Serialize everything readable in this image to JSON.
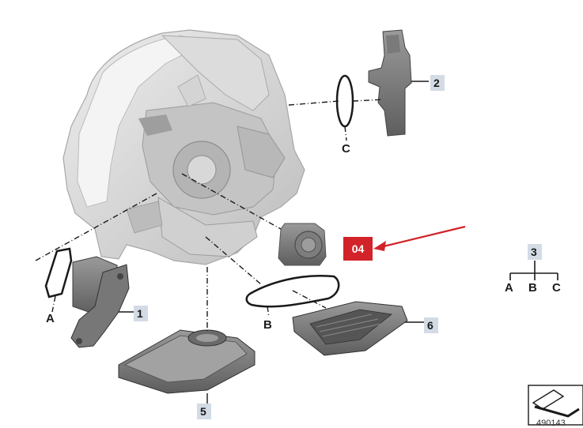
{
  "labels": {
    "part_1": "1",
    "part_2": "2",
    "part_3": "3",
    "part_5": "5",
    "part_6": "6",
    "seal_a": "A",
    "seal_b": "B",
    "seal_c": "C",
    "legend_a": "A",
    "legend_b": "B",
    "legend_c": "C"
  },
  "callout": {
    "label": "04",
    "color": "#d2232a"
  },
  "reference_number": "490143",
  "colors": {
    "part_gray": "#c9c9c9",
    "part_dark": "#8a8a8a",
    "label_bg": "#d3dbe5",
    "arrow": "#d2232a"
  }
}
